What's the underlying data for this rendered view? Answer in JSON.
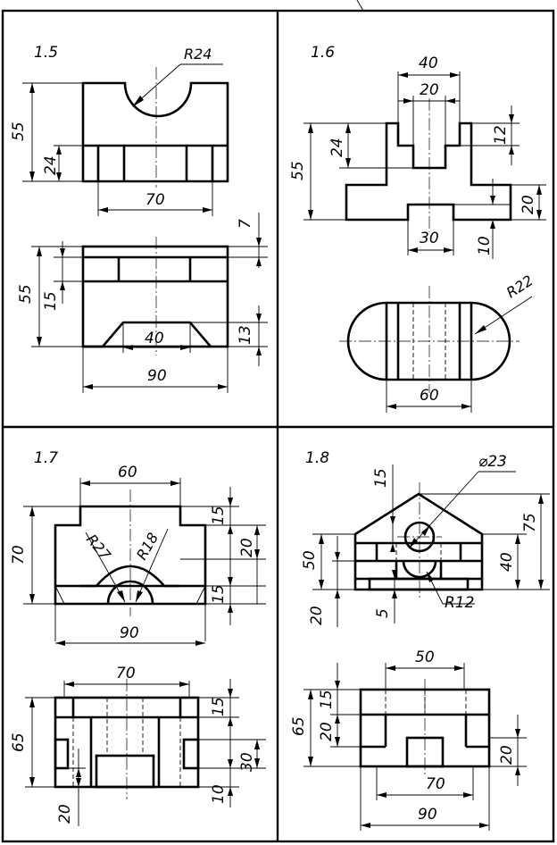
{
  "panels": [
    {
      "id": "1.5",
      "label": "1.5",
      "dims": {
        "r": "R24",
        "h_total_a": "55",
        "h_lower_a": "24",
        "w_a": "70",
        "top_band": "7",
        "h_total_b": "55",
        "h_mid_b": "15",
        "bottom_gap": "13",
        "notch": "40",
        "w_b": "90"
      }
    },
    {
      "id": "1.6",
      "label": "1.6",
      "dims": {
        "w_top": "40",
        "w_inner": "20",
        "h_total": "55",
        "h_upper": "24",
        "step": "12",
        "base": "20",
        "slot": "30",
        "foot": "10",
        "r": "R22",
        "w_bottom": "60"
      }
    },
    {
      "id": "1.7",
      "label": "1.7",
      "dims": {
        "w_top": "60",
        "h_total_a": "70",
        "step_a": "15",
        "mid_a": "20",
        "low_a": "15",
        "r1": "R27",
        "r2": "R18",
        "w_a": "90",
        "w_inner_b": "70",
        "h_total_b": "65",
        "step_b": "15",
        "mid_b": "30",
        "low_b": "10",
        "side_b": "20"
      }
    },
    {
      "id": "1.8",
      "label": "1.8",
      "dims": {
        "dia": "⌀23",
        "v15": "15",
        "h_total": "75",
        "h50": "50",
        "h40": "40",
        "h20": "20",
        "v5": "5",
        "r": "R12",
        "w_top_b": "50",
        "h_total_b": "65",
        "h15_b": "15",
        "h20_b": "20",
        "slot_b": "20",
        "w_inner_b": "70",
        "w_b": "90"
      }
    }
  ]
}
